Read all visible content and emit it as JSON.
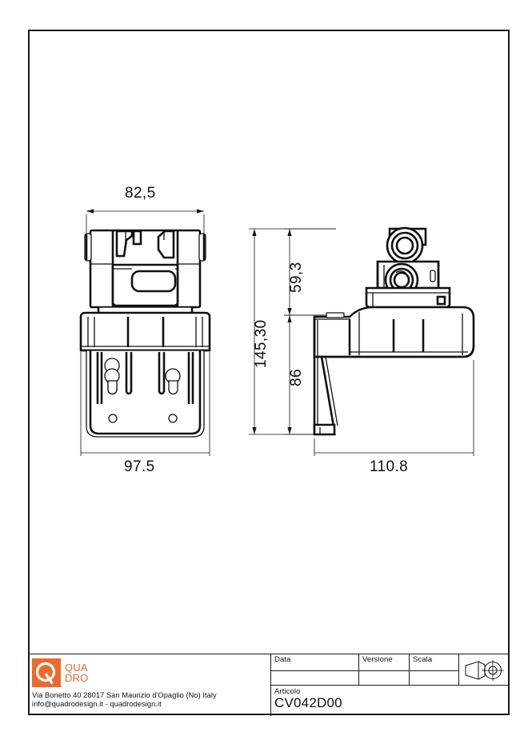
{
  "document": {
    "type": "technical-drawing",
    "article_code": "CV042D00"
  },
  "dimensions": {
    "front_width_top": "82,5",
    "front_width_bottom": "97.5",
    "side_total_height": "145,30",
    "side_upper_height": "59,3",
    "side_lower_height": "86",
    "side_depth": "110.8"
  },
  "titleblock": {
    "logo": {
      "mark_letter": "Q",
      "line1": "QUA",
      "line2": "DRO",
      "color": "#EC6A2B"
    },
    "address": "Via Bonetto 40  28017 San Maurizio d'Opaglio (No) Italy\ninfo@quadrodesign.it  -  quadrodesign.it",
    "fields": [
      {
        "label": "Data",
        "value": ""
      },
      {
        "label": "Versione",
        "value": ""
      },
      {
        "label": "Scala",
        "value": ""
      }
    ],
    "article": {
      "label": "Articolo",
      "value": "CV042D00"
    },
    "projection_symbol": "first-angle-projection-icon"
  }
}
